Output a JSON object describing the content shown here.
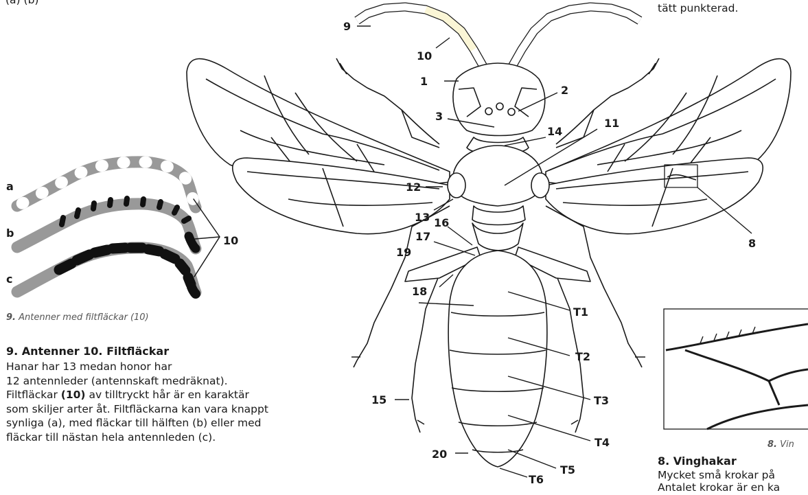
{
  "top_left_fragment": "(a) (b)",
  "top_right_fragment": "tätt punkterad.",
  "antenna_figure": {
    "row_labels": [
      "a",
      "b",
      "c"
    ],
    "pointer_label": "10",
    "caption_number": "9.",
    "caption_text": "Antenner med filtfläckar (10)"
  },
  "section_9": {
    "heading": "9. Antenner  10. Filtfläckar",
    "lines": [
      "Hanar har 13 medan honor har",
      "12 antennleder (antennskaft medräknat).",
      "som skiljer arter åt. Filtfläckarna kan vara knappt",
      "synliga (a), med fläckar till hälften (b) eller med",
      "fläckar till nästan hela antennleden (c)."
    ],
    "line3_pre": "Filtfläckar ",
    "line3_bold": "(10)",
    "line3_post": " av tilltryckt hår är en karaktär"
  },
  "wasp_labels": {
    "l1": "1",
    "l2": "2",
    "l3": "3",
    "l8": "8",
    "l9": "9",
    "l10": "10",
    "l11": "11",
    "l12": "12",
    "l13": "13",
    "l14": "14",
    "l15": "15",
    "l16": "16",
    "l17": "17",
    "l18": "18",
    "l19": "19",
    "l20": "20",
    "t1": "T1",
    "t2": "T2",
    "t3": "T3",
    "t4": "T4",
    "t5": "T5",
    "t6": "T6"
  },
  "section_8": {
    "caption_number": "8.",
    "caption_text": "Vin",
    "heading": "8. Vinghakar",
    "line1": "Mycket små krokar på",
    "line2": "Antalet krokar är en ka"
  },
  "colors": {
    "ink": "#1a1a1a",
    "antenna_grey": "#999999",
    "antenna_black": "#111111",
    "highlight": "#fbf6d6"
  }
}
